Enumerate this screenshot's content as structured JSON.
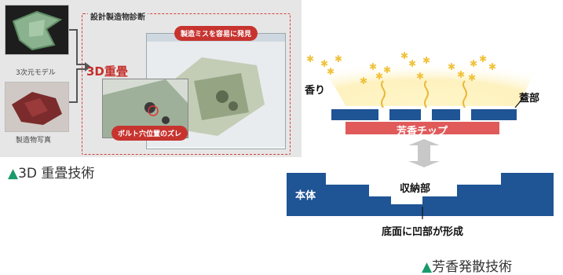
{
  "left": {
    "header": "設計製造物診断",
    "thumb_top_label": "3次元モデル",
    "thumb_bottom_label": "製造物写真",
    "overlay_label": "3D重畳",
    "pill_top": "製造ミスを容易に発見",
    "pill_bottom": "ボルト穴位置のズレ",
    "caption_marker": "▲",
    "caption": "3D 重畳技術"
  },
  "right": {
    "scent_label": "香り",
    "lid_label": "蓋部",
    "chip_label": "芳香チップ",
    "body_label": "本体",
    "storage_label": "収納部",
    "bottom_note": "底面に凹部が形成",
    "caption_marker": "▲",
    "caption": "芳香発散技術"
  },
  "colors": {
    "navy": "#1f5495",
    "chip": "#e05a5a",
    "star": "#f0c23a",
    "green_marker": "#1a9a6a",
    "accent_red": "#c7342f"
  }
}
